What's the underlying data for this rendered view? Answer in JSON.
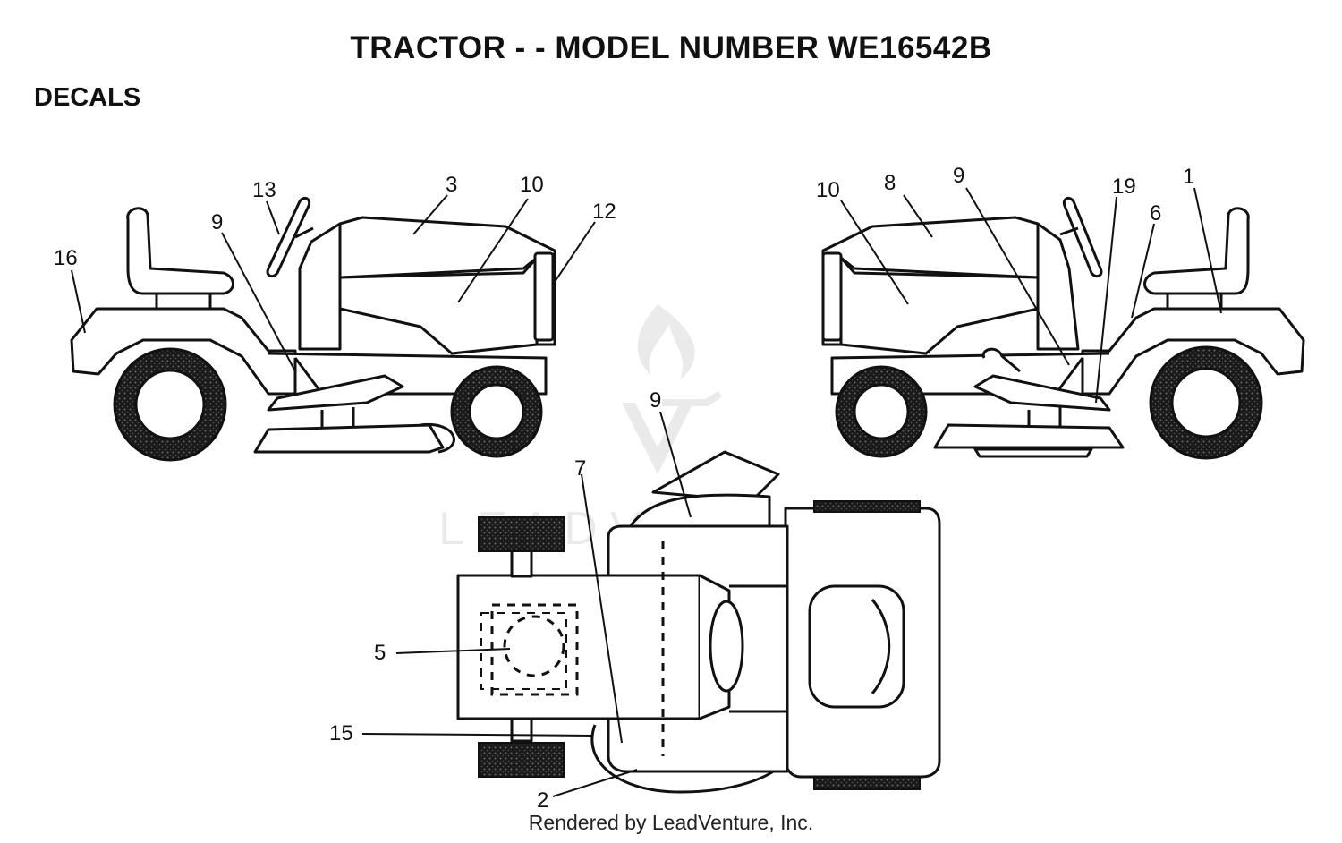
{
  "header": {
    "title": "TRACTOR - - MODEL NUMBER WE16542B",
    "section": "DECALS"
  },
  "callouts": {
    "left_view": [
      "16",
      "13",
      "9",
      "3",
      "10",
      "12"
    ],
    "right_view": [
      "10",
      "8",
      "9",
      "19",
      "1",
      "6"
    ],
    "top_view": [
      "9",
      "7",
      "5",
      "15",
      "2"
    ]
  },
  "watermark": "LEADVENTURE",
  "footer": "Rendered by LeadVenture, Inc."
}
